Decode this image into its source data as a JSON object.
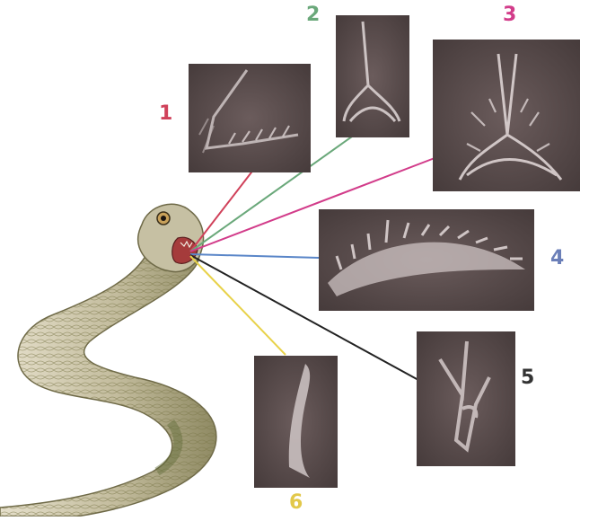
{
  "figure": {
    "labels": [
      {
        "text": "1",
        "color": "#d0415a"
      },
      {
        "text": "2",
        "color": "#6aa87a"
      },
      {
        "text": "3",
        "color": "#d23c8a"
      },
      {
        "text": "4",
        "color": "#6b7fb8"
      },
      {
        "text": "5",
        "color": "#333333"
      },
      {
        "text": "6",
        "color": "#e2c84a"
      }
    ],
    "connector_colors": [
      "#d0415a",
      "#6aa87a",
      "#d23c8a",
      "#5a86c8",
      "#222222",
      "#e8d24a"
    ],
    "panel_bg": "#5a4d4d",
    "eel_colors": {
      "body": "#c9c1a8",
      "belly": "#e8e2d0",
      "pattern": "#7c7a4a"
    }
  }
}
